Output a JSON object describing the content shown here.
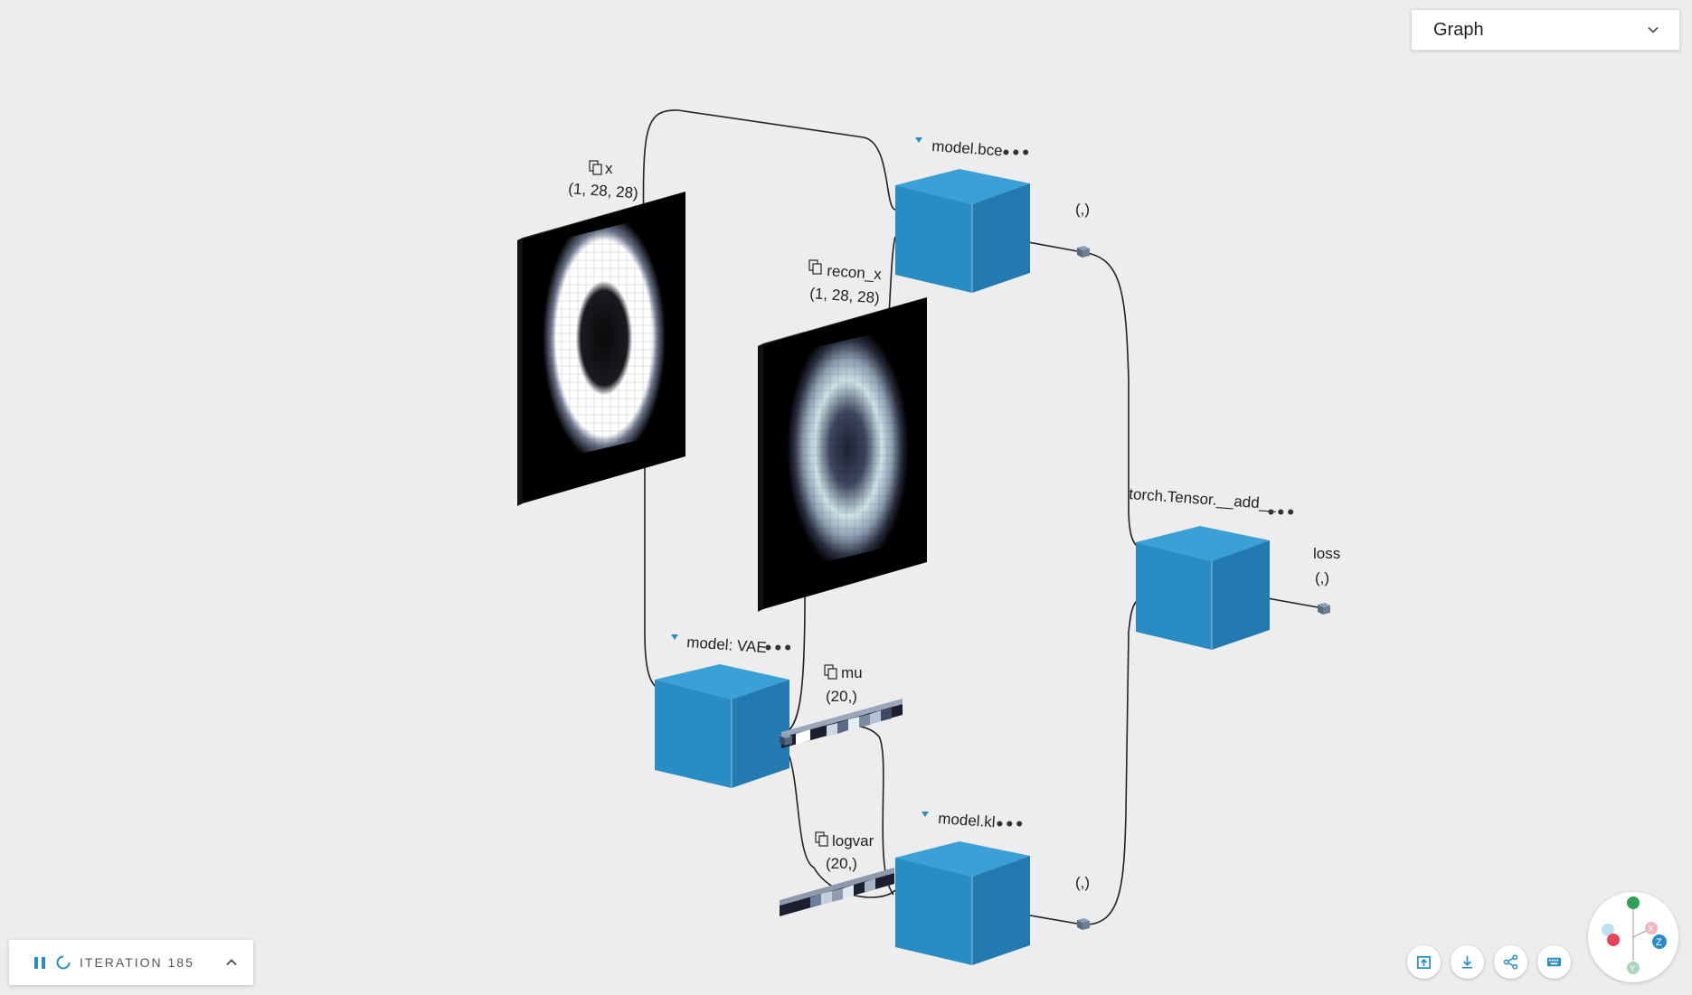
{
  "view_selector": {
    "label": "Graph",
    "icon": "chevron-down-icon"
  },
  "nodes": {
    "x": {
      "name": "x",
      "shape": "(1, 28, 28)"
    },
    "recon_x": {
      "name": "recon_x",
      "shape": "(1, 28, 28)"
    },
    "mu": {
      "name": "mu",
      "shape": "(20,)"
    },
    "logvar": {
      "name": "logvar",
      "shape": "(20,)"
    },
    "model_vae": {
      "name": "model: VAE",
      "more": "•••"
    },
    "model_bce": {
      "name": "model.bce",
      "more": "•••",
      "output_shape": "(,)"
    },
    "model_kl": {
      "name": "model.kl",
      "more": "•••",
      "output_shape": "(,)"
    },
    "tensor_add": {
      "name": "torch.Tensor.__add__",
      "more": "•••"
    },
    "loss": {
      "name": "loss",
      "shape": "(,)"
    }
  },
  "iteration": {
    "label": "ITERATION 185",
    "playing": true
  },
  "actions": [
    {
      "name": "export-button",
      "icon": "export-icon"
    },
    {
      "name": "download-button",
      "icon": "download-icon"
    },
    {
      "name": "share-button",
      "icon": "share-icon"
    },
    {
      "name": "keyboard-button",
      "icon": "keyboard-icon"
    }
  ],
  "axes_gizmo": {
    "x_label": "X",
    "y_label": "Y",
    "z_label": "Z"
  },
  "colors": {
    "op_node": "#2a8cc4",
    "accent": "#2a8cc4",
    "background": "#ededed"
  }
}
